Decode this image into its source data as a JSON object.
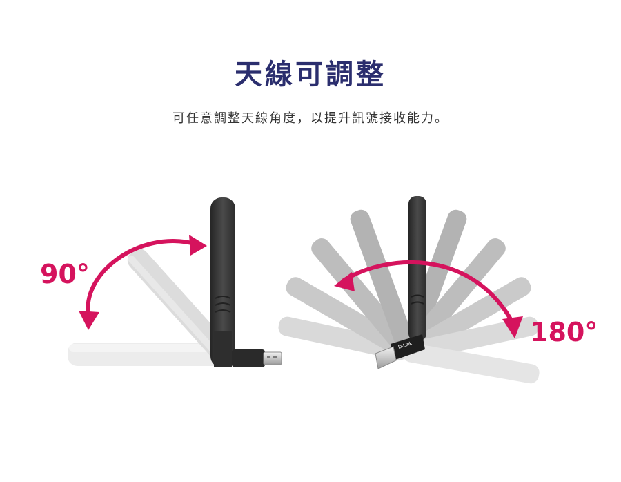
{
  "header": {
    "title": "天線可調整",
    "subtitle": "可任意調整天線角度，以提升訊號接收能力。"
  },
  "figures": {
    "left": {
      "angle_label": "90°"
    },
    "right": {
      "angle_label": "180°",
      "brand_text": "D-Link"
    }
  },
  "colors": {
    "title": "#2b2e6e",
    "subtitle": "#333333",
    "accent": "#d5135d",
    "antenna_dark": "#333333",
    "antenna_ghost": "#bcbcbc",
    "antenna_ghost_light": "#e6e6e6"
  }
}
